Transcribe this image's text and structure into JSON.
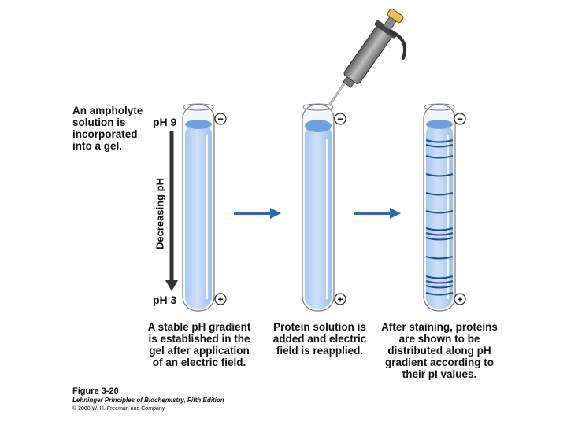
{
  "labels": {
    "intro": "An ampholyte solution is incorporated into a gel.",
    "ph_top": "pH 9",
    "ph_bottom": "pH 3",
    "axis": "Decreasing pH",
    "minus": "−",
    "plus": "+"
  },
  "captions": [
    "A stable pH gradient is established in the gel after application of an electric field.",
    "Protein solution is added and electric field is reapplied.",
    "After staining, proteins are shown to be distributed along pH gradient according to their pI values."
  ],
  "figure": {
    "number": "Figure 3-20",
    "book": "Lehninger Principles of Biochemistry, Fifth Edition",
    "copyright": "© 2008 W. H. Freeman and Company"
  },
  "colors": {
    "gel": "#b9d4f3",
    "gel_top": "#6f9fdc",
    "band": "#1b4f96",
    "arrow": "#2a6ab4",
    "axis_arrow": "#333333"
  }
}
